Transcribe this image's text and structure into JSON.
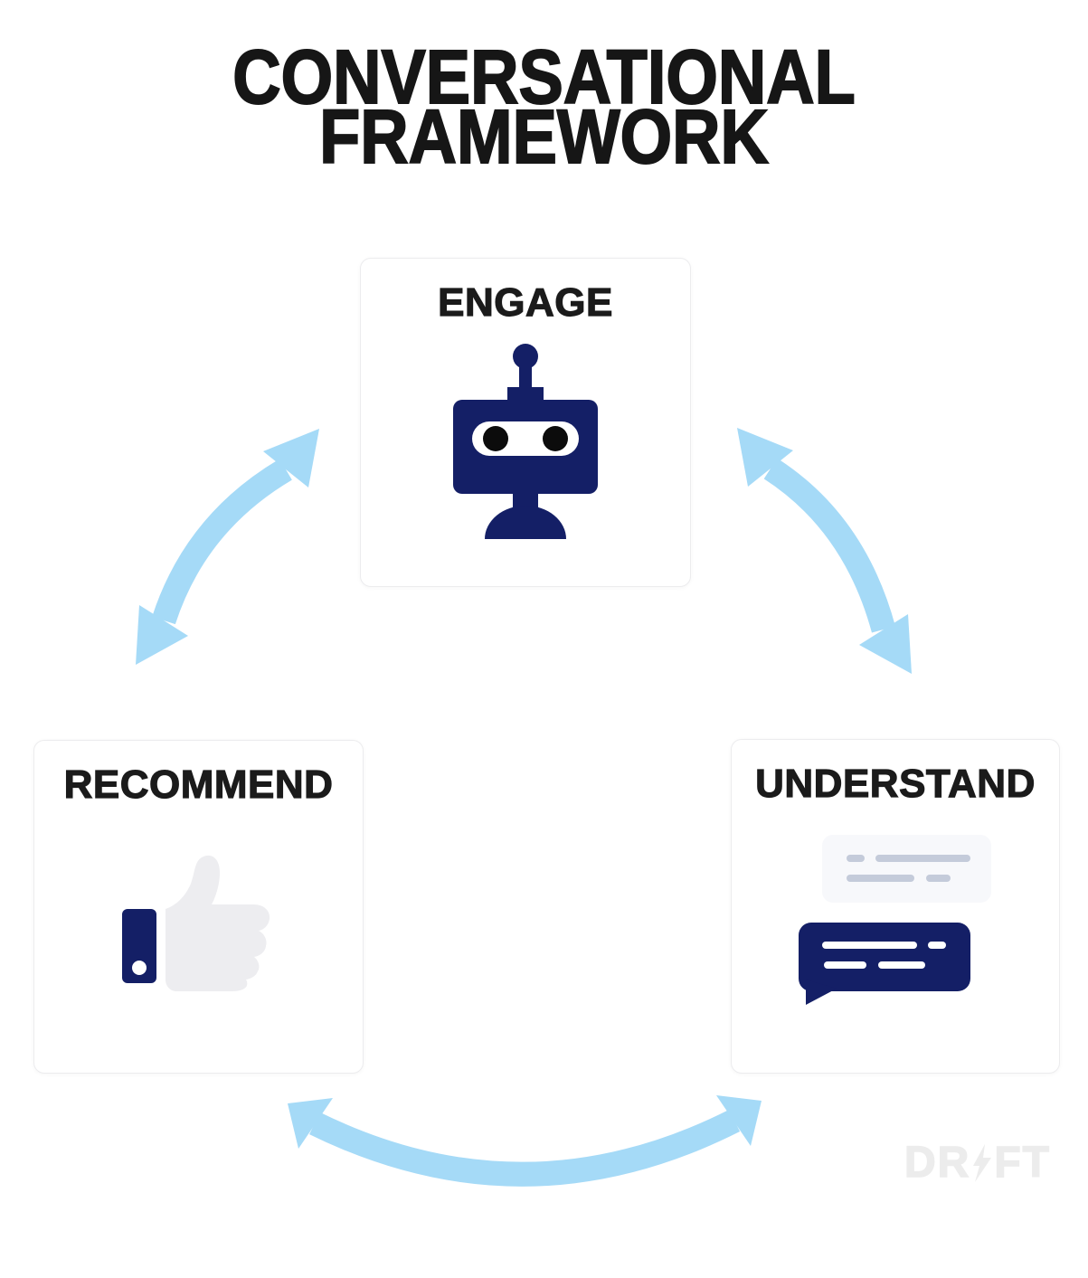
{
  "title": {
    "line1": "CONVERSATIONAL",
    "line2": "FRAMEWORK"
  },
  "framework": {
    "steps": [
      {
        "label": "ENGAGE",
        "icon": "robot-chatbot-icon"
      },
      {
        "label": "RECOMMEND",
        "icon": "thumbs-up-icon"
      },
      {
        "label": "UNDERSTAND",
        "icon": "chat-messages-icon"
      }
    ]
  },
  "connections": [
    {
      "from": "ENGAGE",
      "to": "RECOMMEND",
      "style": "curved-double-headed-arrow"
    },
    {
      "from": "ENGAGE",
      "to": "UNDERSTAND",
      "style": "curved-double-headed-arrow"
    },
    {
      "from": "RECOMMEND",
      "to": "UNDERSTAND",
      "style": "curved-double-headed-arrow"
    }
  ],
  "watermark": {
    "brand": "DRIFT",
    "dr": "DR",
    "ft": "FT",
    "bolt_icon": "lightning-bolt-icon"
  },
  "colors": {
    "navy": "#141f66",
    "arrow_blue": "#a5daf7",
    "icon_light_gray": "#ededf0",
    "bubble_light": "#f7f8fb",
    "bubble_line_gray": "#c4cbda",
    "text_black": "#161616",
    "watermark_gray": "#ececec"
  }
}
